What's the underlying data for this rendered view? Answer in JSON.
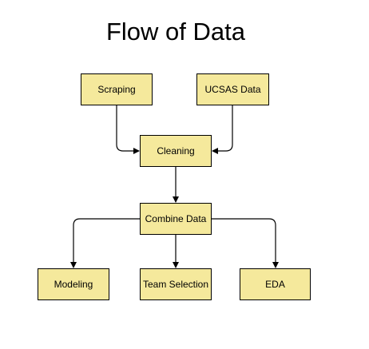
{
  "title": "Flow of Data",
  "colors": {
    "node_fill": "#f5e99c",
    "node_border": "#000000",
    "edge": "#000000",
    "background": "#ffffff"
  },
  "nodes": {
    "scraping": "Scraping",
    "ucsas": "UCSAS Data",
    "cleaning": "Cleaning",
    "combine": "Combine Data",
    "modeling": "Modeling",
    "team_selection": "Team Selection",
    "eda": "EDA"
  },
  "edges": [
    {
      "from": "Scraping",
      "to": "Cleaning"
    },
    {
      "from": "UCSAS Data",
      "to": "Cleaning"
    },
    {
      "from": "Cleaning",
      "to": "Combine Data"
    },
    {
      "from": "Combine Data",
      "to": "Modeling"
    },
    {
      "from": "Combine Data",
      "to": "Team Selection"
    },
    {
      "from": "Combine Data",
      "to": "EDA"
    }
  ]
}
